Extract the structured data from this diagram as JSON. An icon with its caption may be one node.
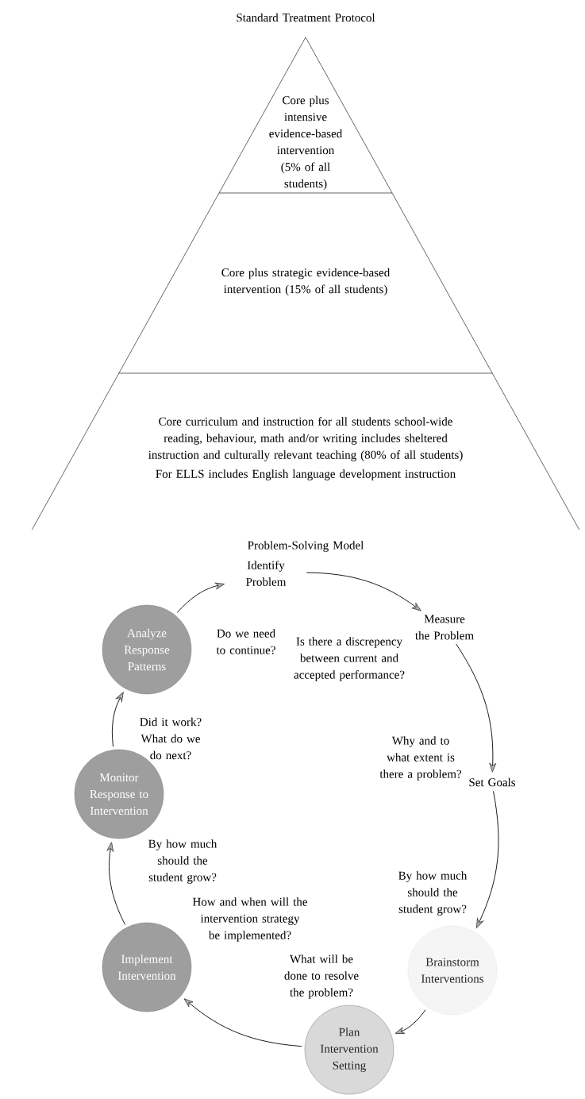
{
  "diagram": {
    "nodes": [
      {
        "text": [
          "Core plus intensive evidence-based intervention (5% of all students)"
        ]
      },
      {
        "text": [
          "Core plus strategic evidence-based intervention (15% of all students)"
        ]
      },
      {
        "text": [
          "Core curriculum and instruction for all students school-wide reading, behaviour, math and/or writing includes sheltered instruction and culturally relevant teaching (80% of all students)",
          "For ELLS includes English language development instruction"
        ]
      },
      {
        "text": [
          "Identify Problem"
        ]
      },
      {
        "text": [
          "Measure the Problem"
        ]
      },
      {
        "text": [
          "Set Goals"
        ]
      },
      {
        "text": [
          "Brainstorm Interventions"
        ]
      },
      {
        "text": [
          "Plan Intervention Setting"
        ]
      },
      {
        "text": [
          "Implement Intervention"
        ]
      },
      {
        "text": [
          "Monitor Response to Intervention"
        ]
      },
      {
        "text": [
          "Analyze Response Patterns"
        ]
      }
    ],
    "edges": [
      {
        "from": 3,
        "to": 4,
        "arrow": "to"
      },
      {
        "from": 4,
        "to": 5,
        "arrow": "to"
      },
      {
        "from": 5,
        "to": 6,
        "arrow": "to"
      },
      {
        "from": 6,
        "to": 7,
        "arrow": "to"
      },
      {
        "from": 7,
        "to": 8,
        "arrow": "to"
      },
      {
        "from": 8,
        "to": 9,
        "arrow": "to"
      },
      {
        "from": 9,
        "to": 10,
        "arrow": "to"
      },
      {
        "from": 10,
        "to": 3,
        "arrow": "to"
      }
    ],
    "labels": [
      "Standard Treatment Protocol",
      "Problem-Solving Model",
      "Do we need to continue?",
      "Is there a discrepency between current and accepted performance?",
      "Did it work? What do we do next?",
      "Why and to what extent is there a problem?",
      "By how much should the student grow?",
      "By how much should the student grow?",
      "How and when will the intervention strategy be implemented?",
      "What will be done to resolve the problem?"
    ]
  }
}
